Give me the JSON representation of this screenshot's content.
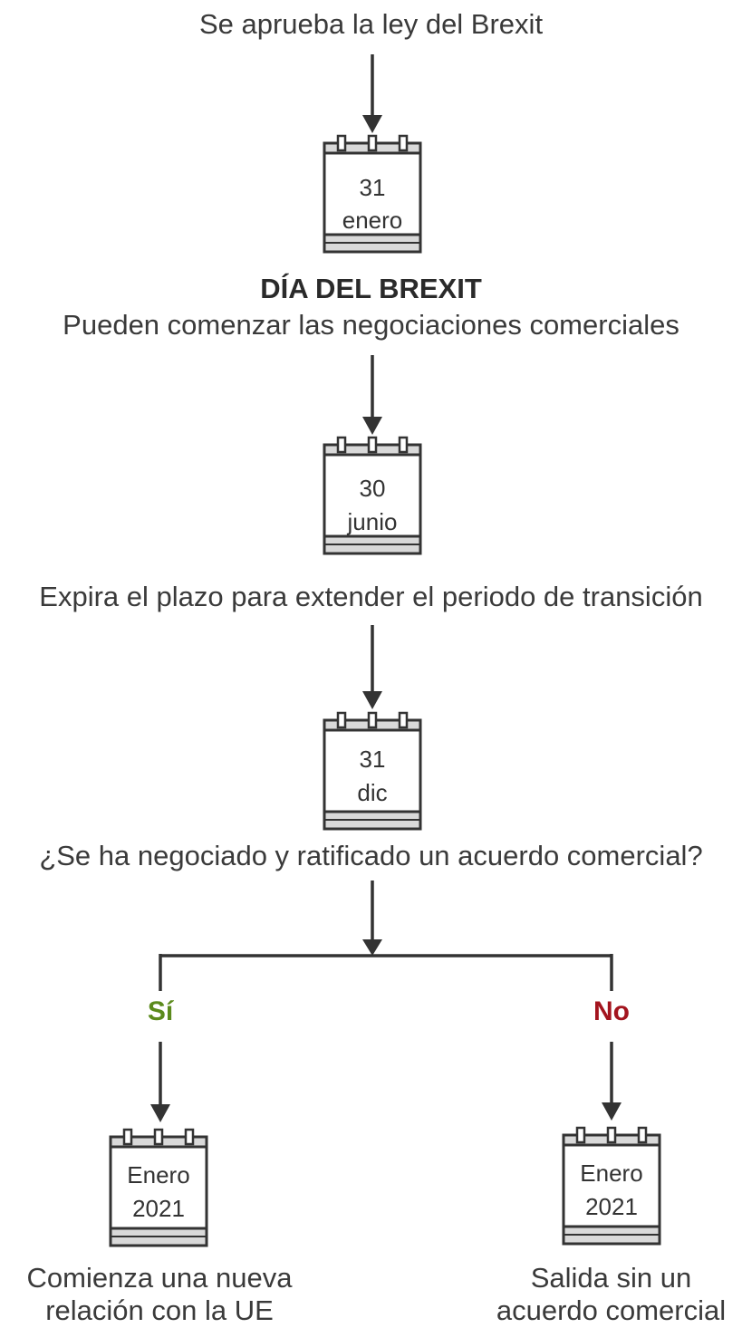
{
  "steps": {
    "start": "Se aprueba la ley del Brexit",
    "brexit_day_title": "DÍA DEL BREXIT",
    "brexit_day_text": "Pueden comenzar las negociaciones comerciales",
    "deadline": "Expira el plazo para extender el periodo de transición",
    "question": "¿Se ha negociado y ratificado un acuerdo comercial?"
  },
  "calendars": [
    {
      "line1": "31",
      "line2": "enero"
    },
    {
      "line1": "30",
      "line2": "junio"
    },
    {
      "line1": "31",
      "line2": "dic"
    },
    {
      "line1": "Enero",
      "line2": "2021"
    },
    {
      "line1": "Enero",
      "line2": "2021"
    }
  ],
  "branches": {
    "yes": {
      "label": "Sí",
      "color": "#5b8a1c",
      "outcome_line1": "Comienza una nueva",
      "outcome_line2": "relación con la UE"
    },
    "no": {
      "label": "No",
      "color": "#a3141e",
      "outcome_line1": "Salida sin un",
      "outcome_line2": "acuerdo comercial"
    }
  }
}
